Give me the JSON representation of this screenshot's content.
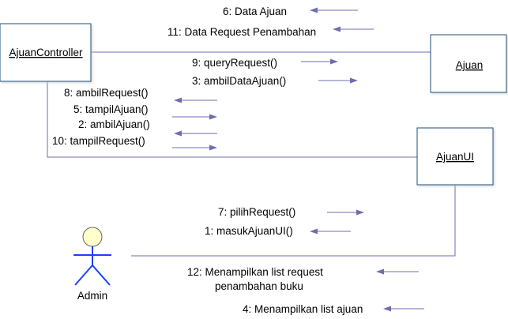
{
  "objects": {
    "controller": "AjuanController",
    "ajuan": "Ajuan",
    "ui": "AjuanUI"
  },
  "actor": {
    "label": "Admin"
  },
  "messages": {
    "m6": "6: Data Ajuan",
    "m11": "11: Data Request Penambahan",
    "m9": "9: queryRequest()",
    "m3": "3: ambilDataAjuan()",
    "m8": "8: ambilRequest()",
    "m5": "5: tampilAjuan()",
    "m2": "2: ambilAjuan()",
    "m10": "10: tampilRequest()",
    "m7": "7: pilihRequest()",
    "m1": "1: masukAjuanUI()",
    "m12_line1": "12: Menampilkan list request",
    "m12_line2": "penambahan buku",
    "m4": "4: Menampilkan list ajuan"
  }
}
